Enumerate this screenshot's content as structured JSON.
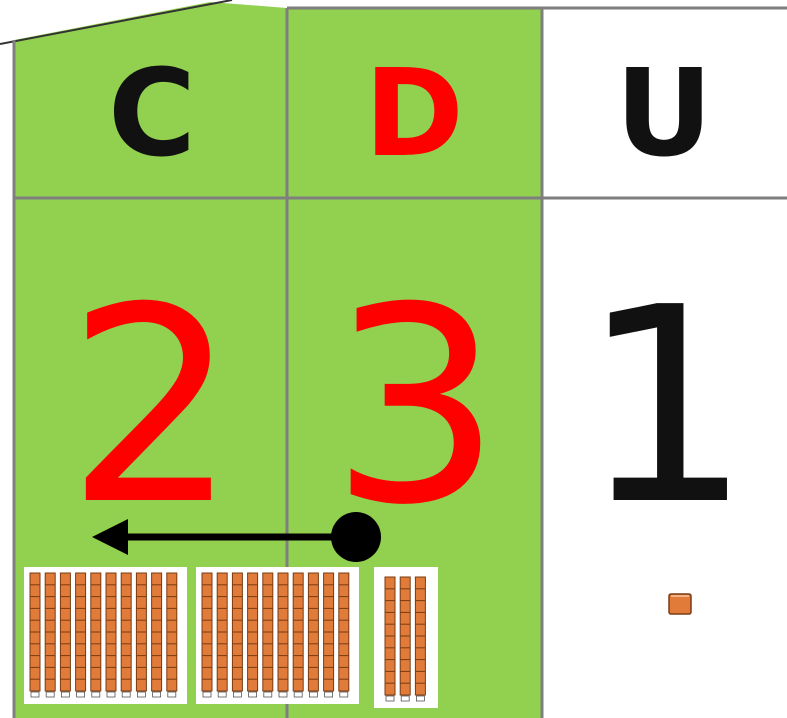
{
  "headers": {
    "hundreds": {
      "label": "C",
      "color": "#111111"
    },
    "tens": {
      "label": "D",
      "color": "#ff0000"
    },
    "units": {
      "label": "U",
      "color": "#111111"
    }
  },
  "digits": {
    "hundreds": {
      "value": "2",
      "color": "#ff0000"
    },
    "tens": {
      "value": "3",
      "color": "#ff0000"
    },
    "units": {
      "value": "1",
      "color": "#111111"
    }
  },
  "colors": {
    "highlight": "#92d050",
    "grid": "#7f7f7f",
    "block": "#e07b3a",
    "block_edge": "#7a3b12",
    "arrow": "#000000"
  },
  "blocks": {
    "groups": [
      {
        "kind": "hundred",
        "rods": 10
      },
      {
        "kind": "hundred",
        "rods": 10
      },
      {
        "kind": "tens",
        "rods": 3
      }
    ],
    "unit_cubes": 1
  },
  "arrow": {
    "direction": "left",
    "from": "tens",
    "to": "hundreds",
    "icon": "regroup-arrow-icon"
  }
}
